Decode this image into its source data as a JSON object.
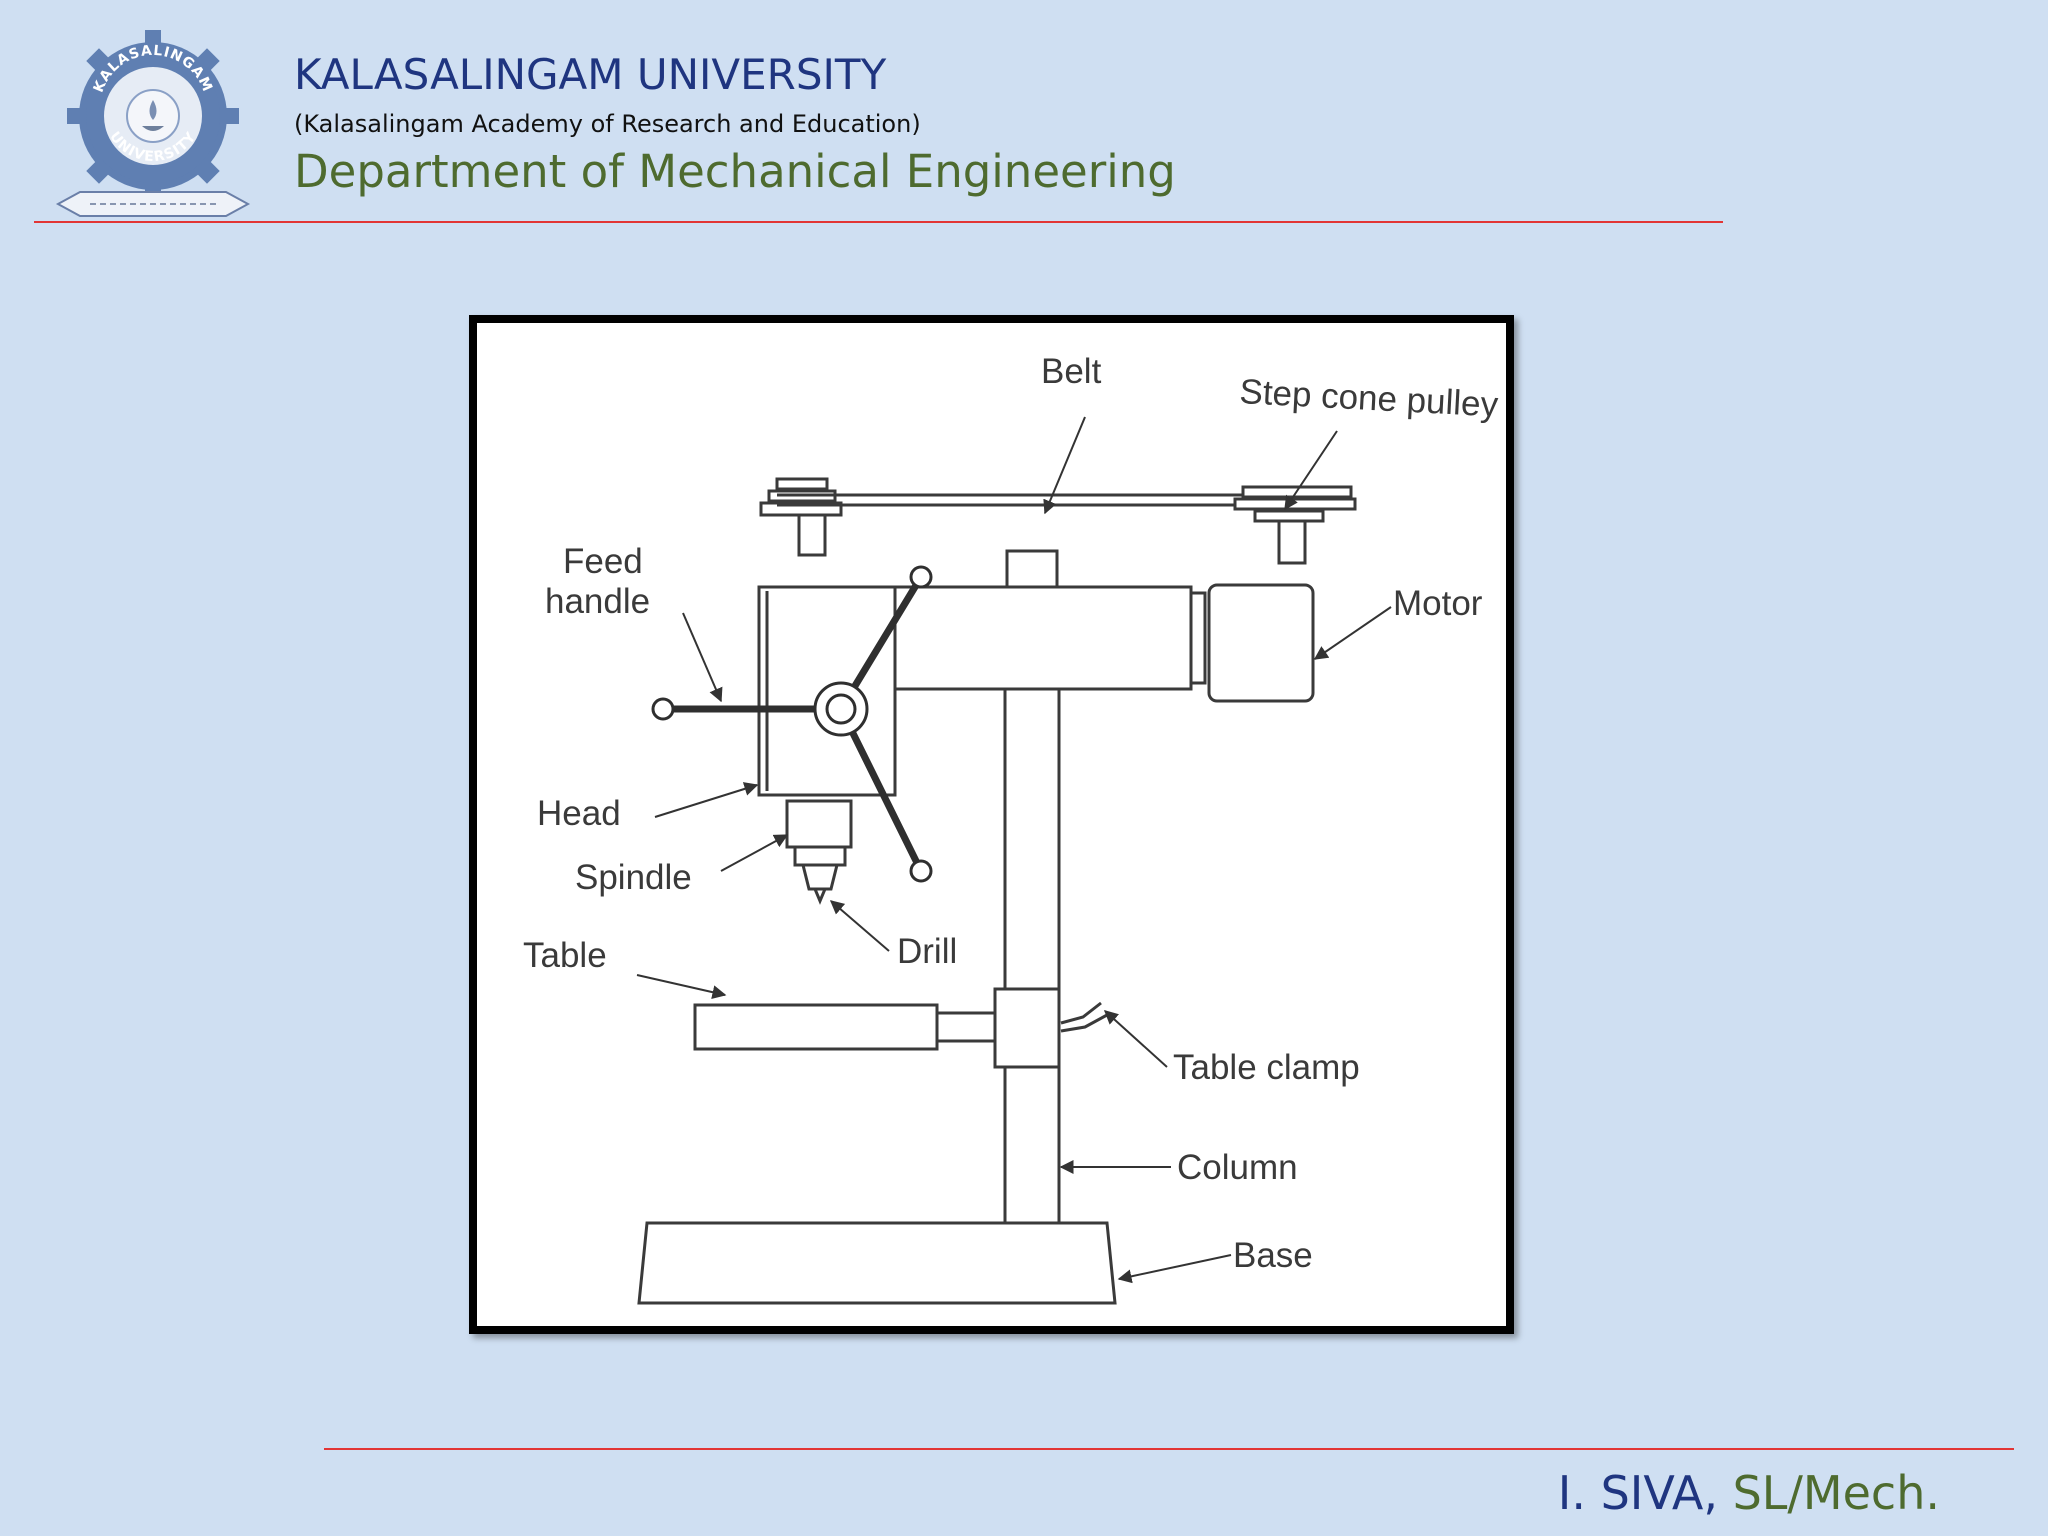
{
  "header": {
    "logo_text_top": "KALASALINGAM",
    "logo_text_bottom": "UNIVERSITY",
    "university": "KALASALINGAM UNIVERSITY",
    "subtitle": "(Kalasalingam Academy of Research and Education)",
    "department": "Department of Mechanical Engineering"
  },
  "diagram": {
    "labels": {
      "belt": "Belt",
      "step_cone_pulley": "Step cone pulley",
      "feed": "Feed",
      "handle": "handle",
      "motor": "Motor",
      "head": "Head",
      "spindle": "Spindle",
      "drill": "Drill",
      "table": "Table",
      "table_clamp": "Table clamp",
      "column": "Column",
      "base": "Base"
    }
  },
  "footer": {
    "name": "I. SIVA, ",
    "role": "SL/Mech."
  },
  "colors": {
    "background": "#cfdff2",
    "title_blue": "#1f3580",
    "dept_green": "#4e6b2f",
    "rule_red": "#e23535"
  }
}
